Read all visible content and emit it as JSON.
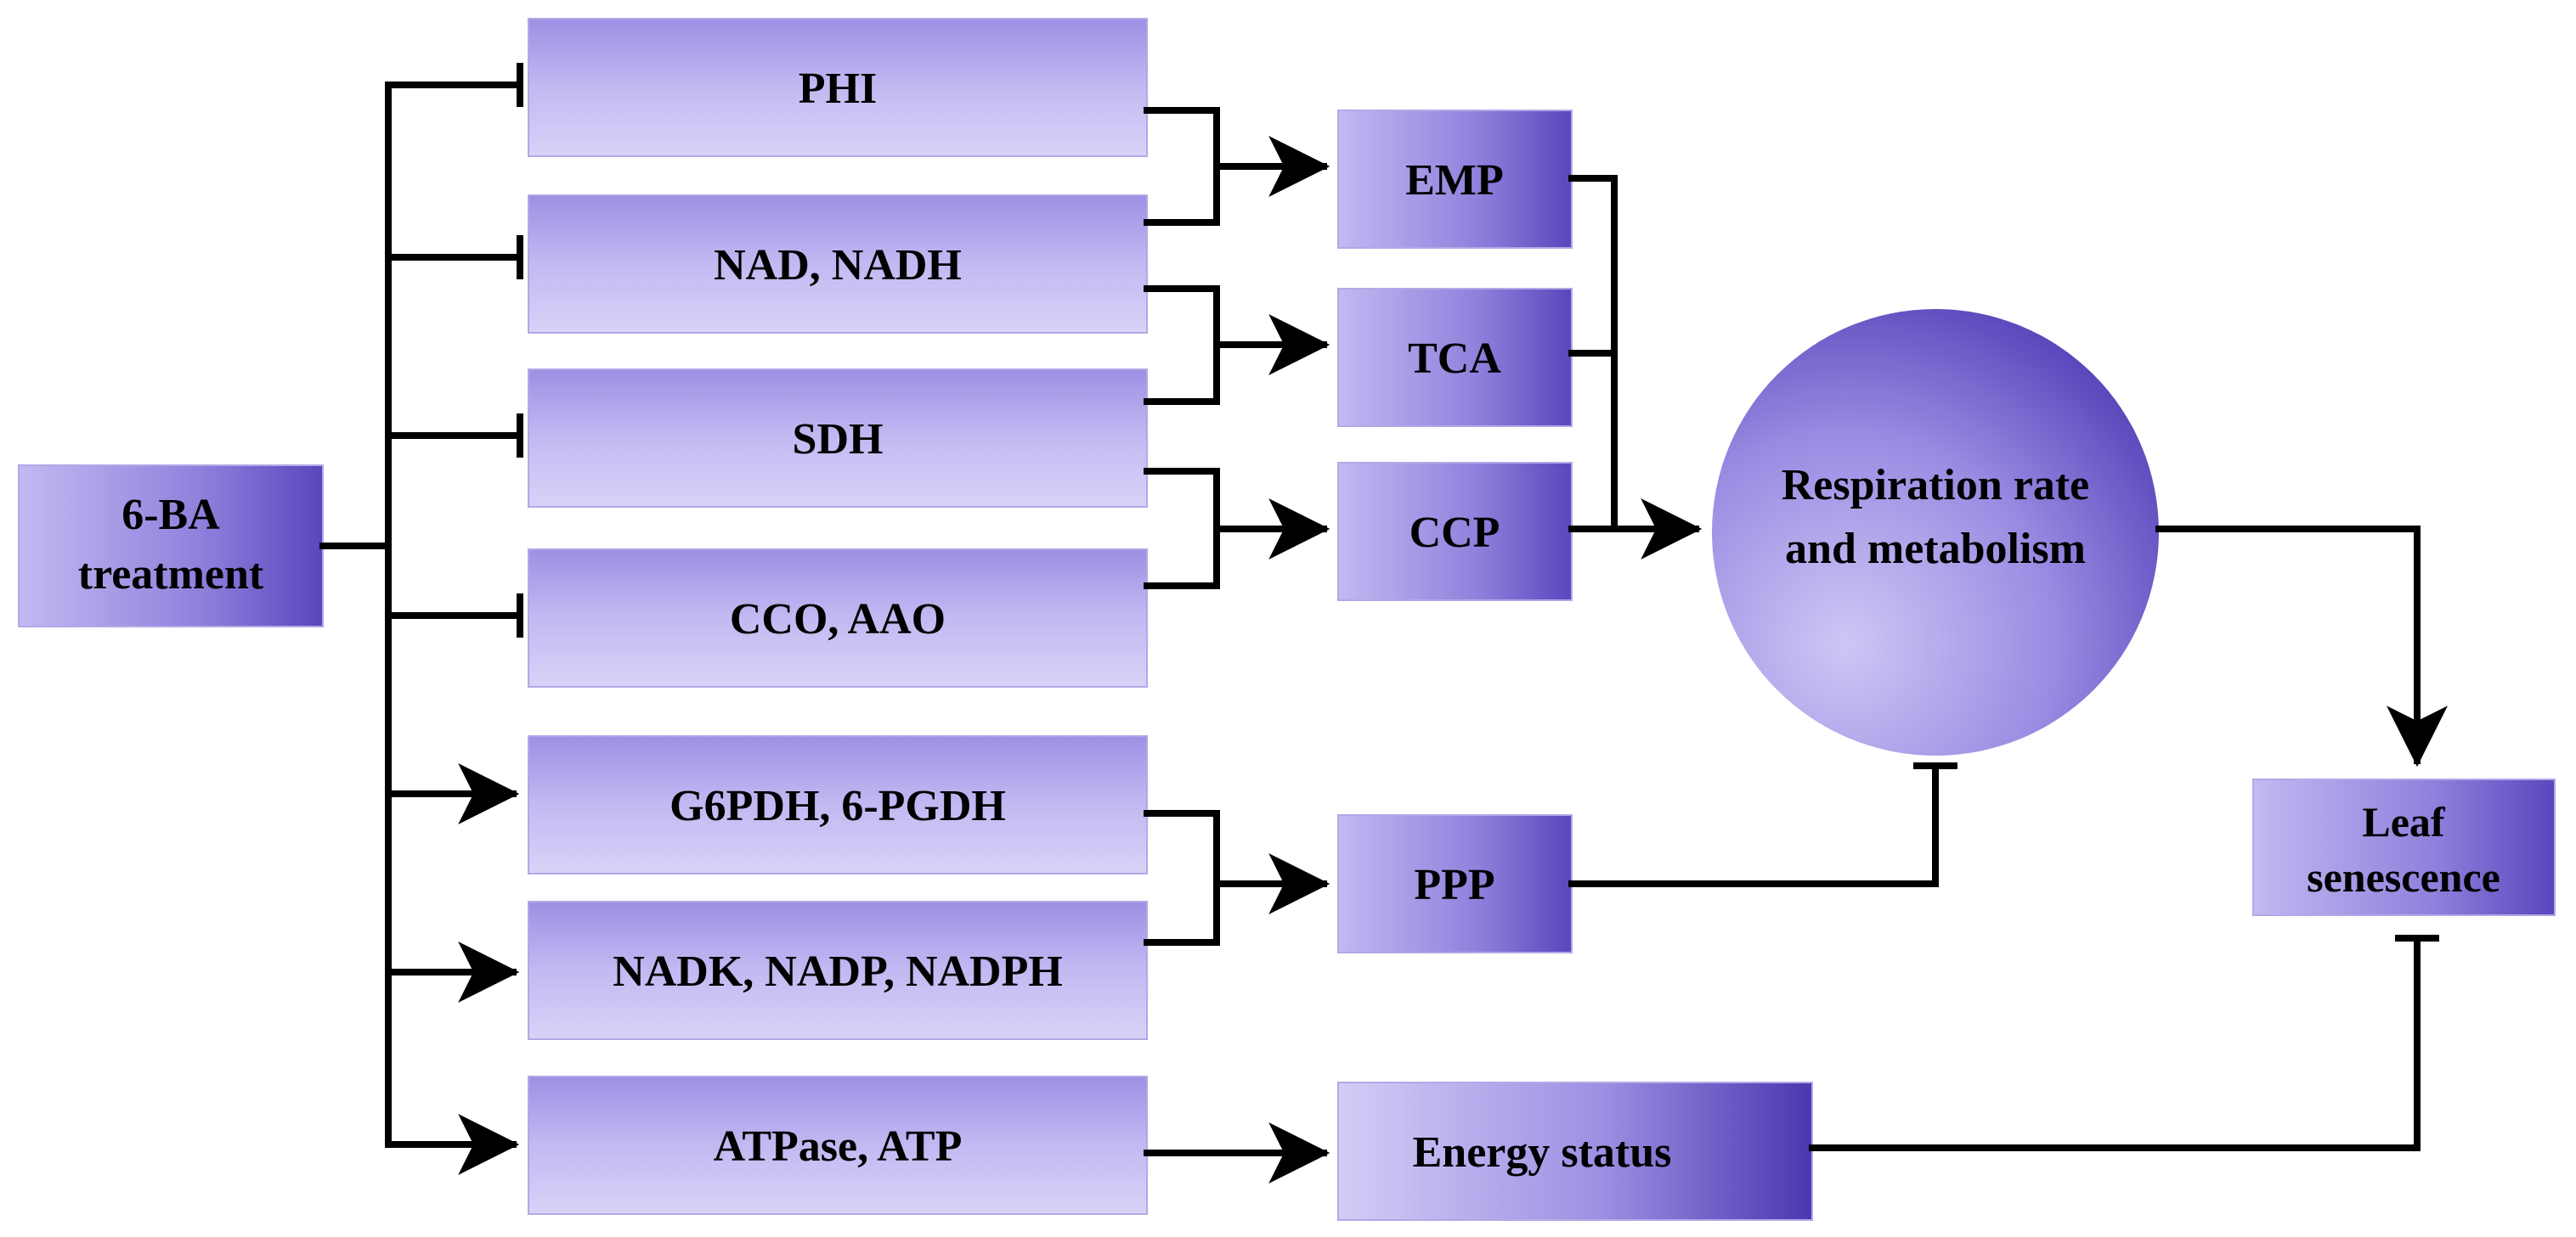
{
  "colors": {
    "box_light": "#d9d2f7",
    "box_mid": "#a99be8",
    "box_dark": "#5a46bd",
    "box_border": "#b3a8e6",
    "line": "#000000"
  },
  "boxes": {
    "treatment": [
      "6-BA",
      "treatment"
    ],
    "phi": "PHI",
    "nad": "NAD, NADH",
    "sdh": "SDH",
    "cco": "CCO, AAO",
    "g6pdh": "G6PDH, 6-PGDH",
    "nadk": "NADK, NADP, NADPH",
    "atpase": "ATPase, ATP",
    "emp": "EMP",
    "tca": "TCA",
    "ccp": "CCP",
    "ppp": "PPP",
    "energy": "Energy status",
    "respiration": [
      "Respiration rate",
      "and metabolism"
    ],
    "leaf": [
      "Leaf",
      "senescence"
    ]
  }
}
